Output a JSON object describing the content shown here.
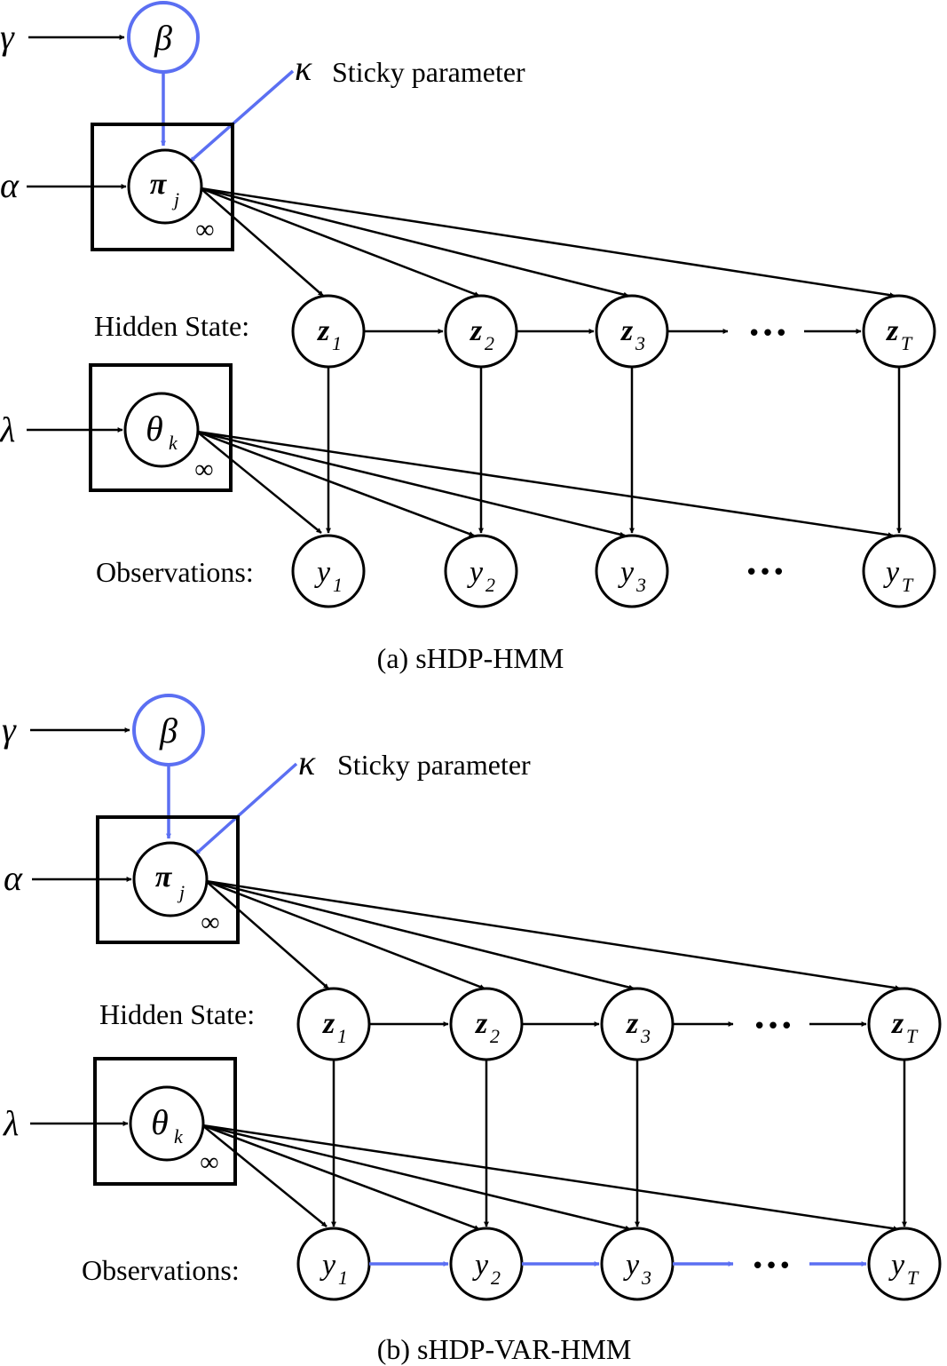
{
  "panel_a": {
    "caption": "(a) sHDP-HMM",
    "gamma": "γ",
    "beta": "β",
    "kappa": "κ",
    "sticky_label": "Sticky parameter",
    "alpha": "α",
    "pi": "π",
    "pi_sub": "j",
    "plate_infinity_1": "∞",
    "lambda": "λ",
    "theta": "θ",
    "theta_sub": "k",
    "plate_infinity_2": "∞",
    "hidden_label": "Hidden State:",
    "obs_label": "Observations:",
    "ellipsis_hidden": "•••",
    "ellipsis_obs": "•••",
    "z": [
      {
        "main": "z",
        "sub": "1"
      },
      {
        "main": "z",
        "sub": "2"
      },
      {
        "main": "z",
        "sub": "3"
      },
      {
        "main": "z",
        "sub": "T"
      }
    ],
    "y": [
      {
        "main": "y",
        "sub": "1"
      },
      {
        "main": "y",
        "sub": "2"
      },
      {
        "main": "y",
        "sub": "3"
      },
      {
        "main": "y",
        "sub": "T"
      }
    ]
  },
  "panel_b": {
    "caption": "(b) sHDP-VAR-HMM",
    "gamma": "γ",
    "beta": "β",
    "kappa": "κ",
    "sticky_label": "Sticky parameter",
    "alpha": "α",
    "pi": "π",
    "pi_sub": "j",
    "plate_infinity_1": "∞",
    "lambda": "λ",
    "theta": "θ",
    "theta_sub": "k",
    "plate_infinity_2": "∞",
    "hidden_label": "Hidden State:",
    "obs_label": "Observations:",
    "ellipsis_hidden": "•••",
    "ellipsis_obs": "•••",
    "z": [
      {
        "main": "z",
        "sub": "1"
      },
      {
        "main": "z",
        "sub": "2"
      },
      {
        "main": "z",
        "sub": "3"
      },
      {
        "main": "z",
        "sub": "T"
      }
    ],
    "y": [
      {
        "main": "y",
        "sub": "1"
      },
      {
        "main": "y",
        "sub": "2"
      },
      {
        "main": "y",
        "sub": "3"
      },
      {
        "main": "y",
        "sub": "T"
      }
    ]
  },
  "colors": {
    "highlight": "#5b6ff2",
    "ink": "#000000"
  }
}
